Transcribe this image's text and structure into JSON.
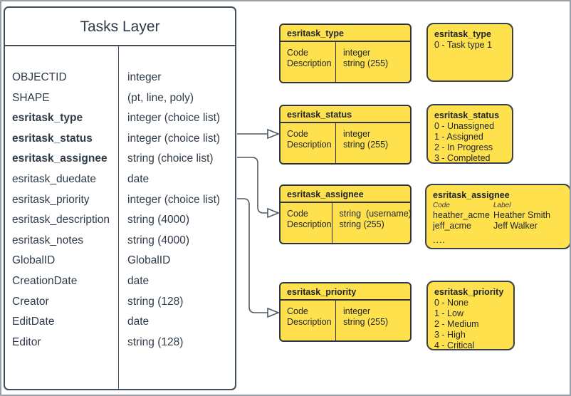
{
  "tasks_layer": {
    "title": "Tasks Layer",
    "fields": [
      {
        "name": "OBJECTID",
        "type": "integer"
      },
      {
        "name": "SHAPE",
        "type": "(pt, line, poly)"
      },
      {
        "name": "esritask_type",
        "type": "integer (choice list)"
      },
      {
        "name": "esritask_status",
        "type": "integer (choice list)"
      },
      {
        "name": "esritask_assignee",
        "type": "string (choice list)"
      },
      {
        "name": "esritask_duedate",
        "type": "date"
      },
      {
        "name": "esritask_priority",
        "type": "integer (choice list)"
      },
      {
        "name": "esritask_description",
        "type": "string (4000)"
      },
      {
        "name": "esritask_notes",
        "type": "string (4000)"
      },
      {
        "name": "GlobalID",
        "type": "GlobalID"
      },
      {
        "name": "CreationDate",
        "type": "date"
      },
      {
        "name": "Creator",
        "type": "string (128)"
      },
      {
        "name": "EditDate",
        "type": "date"
      },
      {
        "name": "Editor",
        "type": "string (128)"
      }
    ]
  },
  "field_tables": [
    {
      "title": "esritask_type",
      "rows": [
        {
          "field": "Code",
          "type": "integer"
        },
        {
          "field": "Description",
          "type": "string (255)"
        }
      ]
    },
    {
      "title": "esritask_status",
      "rows": [
        {
          "field": "Code",
          "type": "integer"
        },
        {
          "field": "Description",
          "type": "string (255)"
        }
      ]
    },
    {
      "title": "esritask_assignee",
      "rows": [
        {
          "field": "Code",
          "type": "string  (username)"
        },
        {
          "field": "Description",
          "type": "string (255)"
        }
      ]
    },
    {
      "title": "esritask_priority",
      "rows": [
        {
          "field": "Code",
          "type": "integer"
        },
        {
          "field": "Description",
          "type": "string (255)"
        }
      ]
    }
  ],
  "domain_lists": {
    "type": {
      "title": "esritask_type",
      "values": [
        "0 - Task type 1"
      ]
    },
    "status": {
      "title": "esritask_status",
      "values": [
        "0 - Unassigned",
        "1 - Assigned",
        "2 - In Progress",
        "3 - Completed"
      ]
    },
    "assignee": {
      "title": "esritask_assignee",
      "code_header": "Code",
      "label_header": "Label",
      "entries": [
        {
          "code": "heather_acme",
          "label": "Heather Smith"
        },
        {
          "code": "jeff_acme",
          "label": "Jeff Walker"
        }
      ],
      "ellipsis": "...."
    },
    "priority": {
      "title": "esritask_priority",
      "values": [
        "0 - None",
        "1 - Low",
        "2 - Medium",
        "3 - High",
        "4 - Critical"
      ]
    }
  },
  "colors": {
    "box_fill": "#ffe14d",
    "box_border": "#2f3540",
    "entity_border": "#414e5c",
    "connector": "#4f5a66",
    "text": "#2f3b48"
  }
}
